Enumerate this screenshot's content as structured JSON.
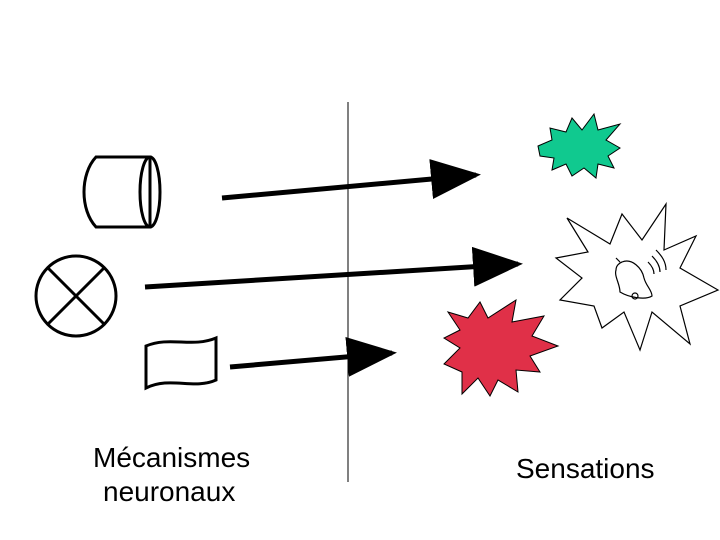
{
  "labels": {
    "left": [
      "Mécanismes",
      "neuronaux"
    ],
    "right": "Sensations"
  },
  "colors": {
    "line": "#000000",
    "green_burst": "#10c98f",
    "red_burst": "#e03048",
    "white_burst": "#ffffff",
    "background": "#ffffff"
  },
  "icons": {
    "left": [
      "cylinder-icon",
      "crossed-circle-icon",
      "flag-shape-icon"
    ],
    "right": [
      "green-burst-icon",
      "white-burst-icon",
      "bell-icon",
      "red-burst-icon"
    ]
  }
}
